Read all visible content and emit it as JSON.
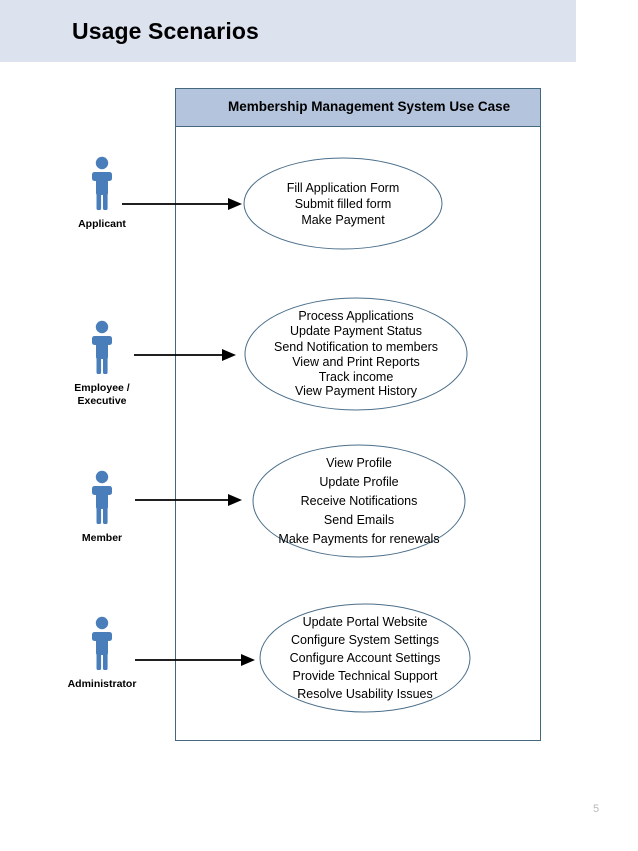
{
  "slide": {
    "title": "Usage Scenarios",
    "page_number": "5",
    "header_bg": "#dce3ef"
  },
  "diagram": {
    "system_title": "Membership Management System Use Case",
    "title_bar_color": "#b3c4dc",
    "border_color": "#44697e",
    "actor_color": "#4a7ebb",
    "ellipse_stroke": "#4a6e8a",
    "actors": [
      {
        "name": "applicant",
        "label": "Applicant",
        "icon": "actor-person-icon"
      },
      {
        "name": "employee-executive",
        "label": "Employee /\nExecutive",
        "icon": "actor-person-icon"
      },
      {
        "name": "member",
        "label": "Member",
        "icon": "actor-person-icon"
      },
      {
        "name": "administrator",
        "label": "Administrator",
        "icon": "actor-person-icon"
      }
    ],
    "use_cases": [
      {
        "name": "applicant-use-case",
        "lines": [
          "Fill Application Form",
          "Submit filled form",
          "Make Payment"
        ]
      },
      {
        "name": "employee-use-case",
        "lines": [
          "Process Applications",
          "Update Payment Status",
          "Send Notification to members",
          "View and Print Reports",
          "Track income",
          "View Payment History"
        ]
      },
      {
        "name": "member-use-case",
        "lines": [
          "View Profile",
          "Update Profile",
          "Receive Notifications",
          "Send Emails",
          "Make Payments for renewals"
        ]
      },
      {
        "name": "administrator-use-case",
        "lines": [
          "Update Portal Website",
          "Configure System Settings",
          "Configure Account Settings",
          "Provide Technical Support",
          "Resolve Usability Issues"
        ]
      }
    ],
    "associations": [
      {
        "name": "applicant-association",
        "from": "Applicant",
        "to": "applicant-use-case"
      },
      {
        "name": "employee-association",
        "from": "Employee / Executive",
        "to": "employee-use-case"
      },
      {
        "name": "member-association",
        "from": "Member",
        "to": "member-use-case"
      },
      {
        "name": "administrator-association",
        "from": "Administrator",
        "to": "administrator-use-case"
      }
    ]
  }
}
